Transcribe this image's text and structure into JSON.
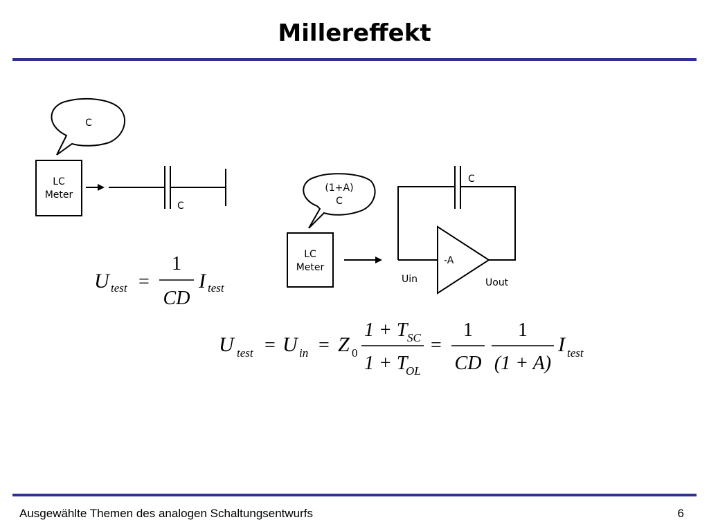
{
  "slide": {
    "title": "Millereffekt",
    "footer": "Ausgewählte Themen des analogen Schaltungsentwurfs",
    "page_number": "6"
  },
  "circuit1": {
    "bubble": "C",
    "meter_line1": "LC",
    "meter_line2": "Meter",
    "cap_label": "C"
  },
  "circuit2": {
    "bubble_line1": "(1+A)",
    "bubble_line2": "C",
    "meter_line1": "LC",
    "meter_line2": "Meter",
    "cap_label": "C",
    "amp_label": "-A",
    "uin": "Uin",
    "uout": "Uout"
  },
  "eq1": {
    "U": "U",
    "test_sub": "test",
    "eq": "=",
    "num": "1",
    "den": "CD",
    "I": "I",
    "I_sub": "test"
  },
  "eq2": {
    "U": "U",
    "test_sub": "test",
    "eq": "=",
    "Uin": "U",
    "in_sub": "in",
    "Z": "Z",
    "Z_sub": "0",
    "f1_num": "1 + T",
    "f1_num_sub": "SC",
    "f1_den": "1 + T",
    "f1_den_sub": "OL",
    "f2_num": "1",
    "f2_den": "CD",
    "f3_num": "1",
    "f3_den": "(1 + A)",
    "I": "I",
    "I_sub": "test"
  }
}
